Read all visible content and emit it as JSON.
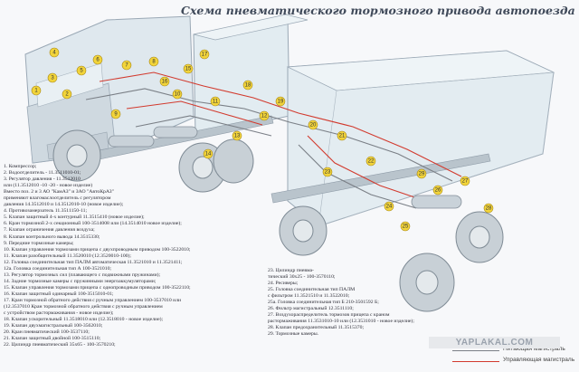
{
  "title": "Схема пневматического тормозного привода автопоезда",
  "legend_left": [
    "1. Компрессор;",
    "2. Водоотделитель - 11.3511010-01;",
    "3. Регулятор давления - 11.3512010",
    "   или (11.3512010 -10 -20 - новое изделие)",
    "   Вместо поз. 2 и 3 АО \"КамАЗ\" и ЗАО \"АвтоКрАЗ\"",
    "   применяют влагомаслоотделитель с регулятором",
    "   давления 14.3512010 и 14.3512010-10 (новое изделие);",
    "4. Противозамерзатель 11.3511150-11;",
    "5. Клапан защитный 4-х контурный 11.3515410 (новое изделие);",
    "6. Кран тормозной 2-х секционный 100-3514008 или (14.3514010 новое изделие);",
    "7. Клапан ограничения давления воздуха;",
    "8. Клапан контрольного вывода 14.3515330;",
    "9. Передние тормозные камеры;",
    "10. Клапан управления тормозами прицепа с двухпроводным приводом 100-3522010;",
    "11. Клапан разобщительный 11.3520010 (12.3520010-100);",
    "12. Головка соединительная тип ПАЛМ автоматическая 11.3521010 и 11.3521411;",
    "12а. Головка соединительная тип А 100-3521010;",
    "13. Регулятор тормозных сил (плавающего с подвижными пружинами);",
    "14. Задние тормозные камеры с пружинными энергоаккумуляторами;",
    "15. Клапан управления тормозами прицепа с однопроводным приводом 100-3522110;",
    "16. Клапан защитный одинарный 100-3515010-01;",
    "17. Кран тормозной обратного действия с ручным управлением 100-3537010 или",
    "    (12.3537010 Кран тормозной обратного действия с ручным управлением",
    "    с устройством растормаживания - новое изделие);",
    "18. Клапан ускорительный 11.3518010 или (12.3518010 - новое изделие);",
    "19. Клапан двухмагистральный 100-3562010;",
    "20. Кран пневматический 100-3537110;",
    "21. Клапан защитный двойной 100-3515110;",
    "22. Цилиндр пневматический 35х65 - 100-3570210;"
  ],
  "legend_right": [
    "23. Цилиндр пневма-",
    "    тический 30х25 - 100-3570110;",
    "24. Ресиверы;",
    "25. Головка соединительная тип ПАЛМ",
    "    с фильтром 11.3521510 и 11.3522010;",
    "25а. Головка соединительная тип Б 210-3501592 Б;",
    "26. Фильтр магистральный 12.3511110;",
    "27. Воздухораспределитель тормозов прицепа с краном",
    "    растормаживания 11.3531010-10 или (12.3531010 - новое изделие);",
    "28. Клапан предохранительный 11.3515370;",
    "29. Тормозные камеры."
  ],
  "lines_legend": [
    {
      "label": "Питающая магистраль",
      "color": "#7a7f86"
    },
    {
      "label": "Управляющая магистраль",
      "color": "#d23a2e"
    }
  ],
  "watermark": "YAPLAKAL.COM",
  "callouts": [
    "1",
    "2",
    "3",
    "4",
    "5",
    "6",
    "7",
    "8",
    "9",
    "10",
    "11",
    "12",
    "13",
    "14",
    "15",
    "16",
    "17",
    "18",
    "19",
    "20",
    "21",
    "22",
    "23",
    "24",
    "25",
    "26",
    "27",
    "28",
    "29"
  ],
  "colors": {
    "supply": "#7a7f86",
    "control": "#d23a2e",
    "callout": "#f2d43a",
    "body": "#dde8ee"
  }
}
